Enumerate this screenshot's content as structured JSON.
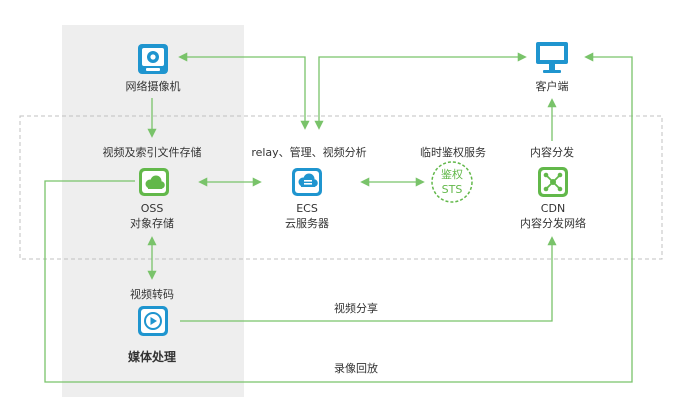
{
  "colors": {
    "green_line": "#79c36a",
    "icon_blue": "#1f95cf",
    "icon_green": "#62b84a",
    "shaded_column": "#eeeeee",
    "dashed_box": "#c0c0c0",
    "text": "#333333"
  },
  "nodes": {
    "camera": {
      "label": "网络摄像机",
      "icon": "camera-icon"
    },
    "client": {
      "label": "客户端",
      "icon": "monitor-icon"
    },
    "oss": {
      "caption": "视频及索引文件存储",
      "name": "OSS",
      "subname": "对象存储",
      "icon": "cloud-storage-icon"
    },
    "ecs": {
      "caption": "relay、管理、视频分析",
      "name": "ECS",
      "subname": "云服务器",
      "icon": "server-icon"
    },
    "sts": {
      "caption": "临时鉴权服务",
      "badge_top": "鉴权",
      "badge_bottom": "STS",
      "icon": "sts-badge-icon"
    },
    "cdn": {
      "caption": "内容分发",
      "name": "CDN",
      "subname": "内容分发网络",
      "icon": "network-icon"
    },
    "transcode": {
      "caption": "视频转码",
      "name": "媒体处理",
      "icon": "media-processing-icon"
    }
  },
  "edges": {
    "video_share": "视频分享",
    "playback": "录像回放"
  }
}
